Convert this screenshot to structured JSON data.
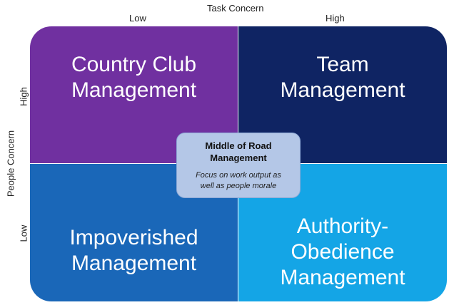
{
  "axes": {
    "x_title": "Task Concern",
    "x_low": "Low",
    "x_high": "High",
    "y_title": "People Concern",
    "y_high": "High",
    "y_low": "Low"
  },
  "quadrants": {
    "top_left": {
      "label": "Country Club\nManagement",
      "color": "#7030a0"
    },
    "top_right": {
      "label": "Team\nManagement",
      "color": "#0f2463"
    },
    "bottom_left": {
      "label": "Impoverished\nManagement",
      "color": "#1a67b8"
    },
    "bottom_right": {
      "label": "Authority-\nObedience\nManagement",
      "color": "#14a5e6"
    }
  },
  "center": {
    "title": "Middle of Road\nManagement",
    "description": "Focus on work output as\nwell as people morale"
  }
}
